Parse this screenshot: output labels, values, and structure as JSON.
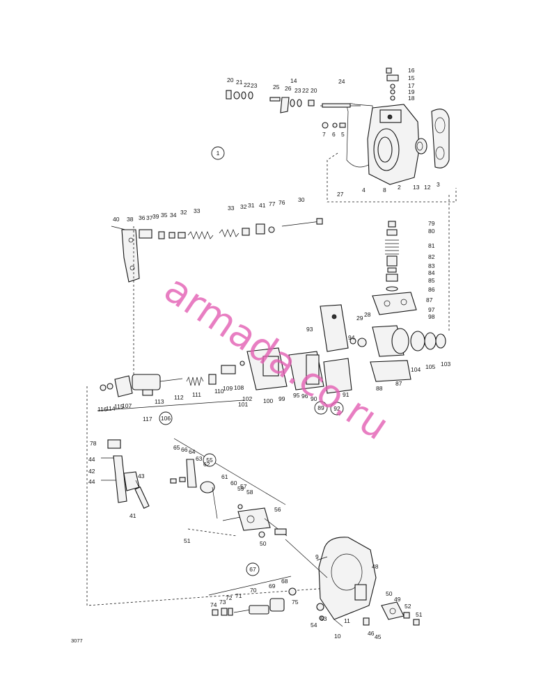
{
  "watermark": "armada.co.ru",
  "figure_ref": "3077",
  "group_labels": [
    "1",
    "106",
    "89",
    "92",
    "55",
    "67"
  ],
  "part_labels": [
    "16",
    "15",
    "17",
    "19",
    "18",
    "20",
    "21",
    "22",
    "23",
    "25",
    "14",
    "26",
    "23",
    "22",
    "20",
    "24",
    "7",
    "6",
    "5",
    "27",
    "4",
    "8",
    "2",
    "13",
    "12",
    "3",
    "40",
    "38",
    "36",
    "37",
    "39",
    "35",
    "34",
    "32",
    "33",
    "33",
    "32",
    "31",
    "41",
    "77",
    "76",
    "30",
    "79",
    "80",
    "81",
    "82",
    "83",
    "84",
    "85",
    "86",
    "87",
    "97",
    "98",
    "93",
    "94",
    "29",
    "28",
    "116",
    "114",
    "115",
    "107",
    "117",
    "113",
    "112",
    "111",
    "110",
    "109",
    "108",
    "101",
    "102",
    "100",
    "99",
    "95",
    "96",
    "90",
    "91",
    "88",
    "87",
    "104",
    "105",
    "103",
    "78",
    "44",
    "42",
    "44",
    "43",
    "41",
    "65",
    "66",
    "64",
    "63",
    "62",
    "61",
    "60",
    "59",
    "57",
    "58",
    "56",
    "50",
    "51",
    "48",
    "74",
    "73",
    "72",
    "71",
    "70",
    "69",
    "68",
    "75",
    "54",
    "53",
    "9",
    "10",
    "11",
    "46",
    "45",
    "50",
    "49",
    "52",
    "51"
  ]
}
